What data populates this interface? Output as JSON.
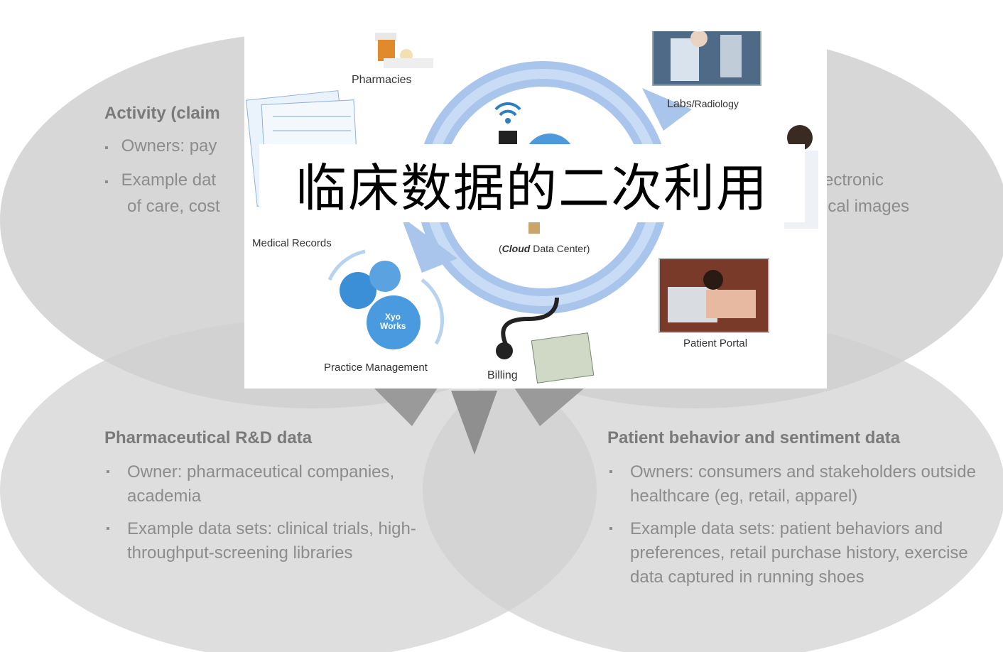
{
  "top_left": {
    "heading": "Activity (claim",
    "bullets": [
      "Owners: pay",
      "Example dat",
      "of care, cost"
    ]
  },
  "top_right": {
    "lines": [
      "ectronic",
      "ical images"
    ]
  },
  "bottom_left": {
    "heading": "Pharmaceutical R&D data",
    "bullets": [
      "Owner: pharmaceutical companies, academia",
      "Example data sets: clinical trials, high-throughput-screening libraries"
    ]
  },
  "bottom_right": {
    "heading": "Patient behavior and sentiment data",
    "bullets": [
      "Owners: consumers and stakeholders outside healthcare (eg, retail, apparel)",
      "Example data sets: patient behaviors and preferences, retail purchase history, exercise data captured in running shoes"
    ]
  },
  "cloud_diagram": {
    "labels": {
      "pharmacies": "Pharmacies",
      "labs_main": "Labs",
      "labs_sub": "/Radiology",
      "medical_records": "Medical Records",
      "cloud_emph": "Cloud",
      "cloud_rest": " Data Center)",
      "cloud_open": "(",
      "practice": "Practice Management",
      "billing": "Billing",
      "portal": "Patient Portal",
      "gear_text_1": "Xyo",
      "gear_text_2": "Works"
    }
  },
  "title": "临床数据的二次利用"
}
